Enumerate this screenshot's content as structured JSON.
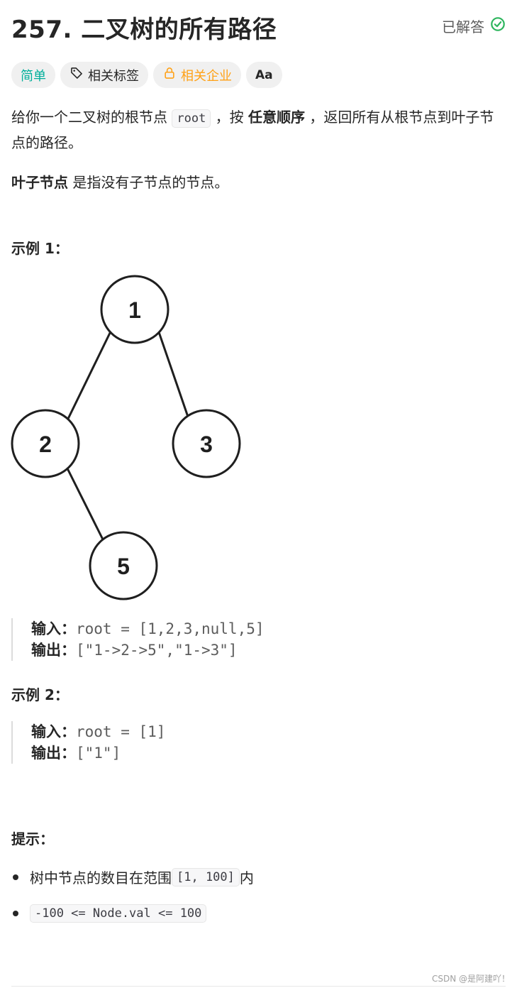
{
  "header": {
    "title": "257. 二叉树的所有路径",
    "status_label": "已解答",
    "status_color": "#2db55d"
  },
  "tags": {
    "difficulty": "简单",
    "related_tags": "相关标签",
    "related_companies": "相关企业",
    "translate_icon_text": "Aa"
  },
  "description": {
    "p1_part1": "给你一个二叉树的根节点 ",
    "p1_code": "root",
    "p1_part2": " ，按 ",
    "p1_bold": "任意顺序",
    "p1_part3": " ，返回所有从根节点到叶子节点的路径。",
    "p2_bold": "叶子节点",
    "p2_rest": " 是指没有子节点的节点。"
  },
  "example1": {
    "heading": "示例 1：",
    "tree_nodes": [
      "1",
      "2",
      "3",
      "5"
    ],
    "input_label": "输入：",
    "input_value": "root = [1,2,3,null,5]",
    "output_label": "输出：",
    "output_value": "[\"1->2->5\",\"1->3\"]"
  },
  "example2": {
    "heading": "示例 2：",
    "input_label": "输入：",
    "input_value": "root = [1]",
    "output_label": "输出：",
    "output_value": "[\"1\"]"
  },
  "hints": {
    "heading": "提示：",
    "item1_text": "树中节点的数目在范围 ",
    "item1_code": "[1, 100]",
    "item1_tail": " 内",
    "item2_code": "-100 <= Node.val <= 100"
  },
  "watermark": "CSDN @是阿建吖！"
}
